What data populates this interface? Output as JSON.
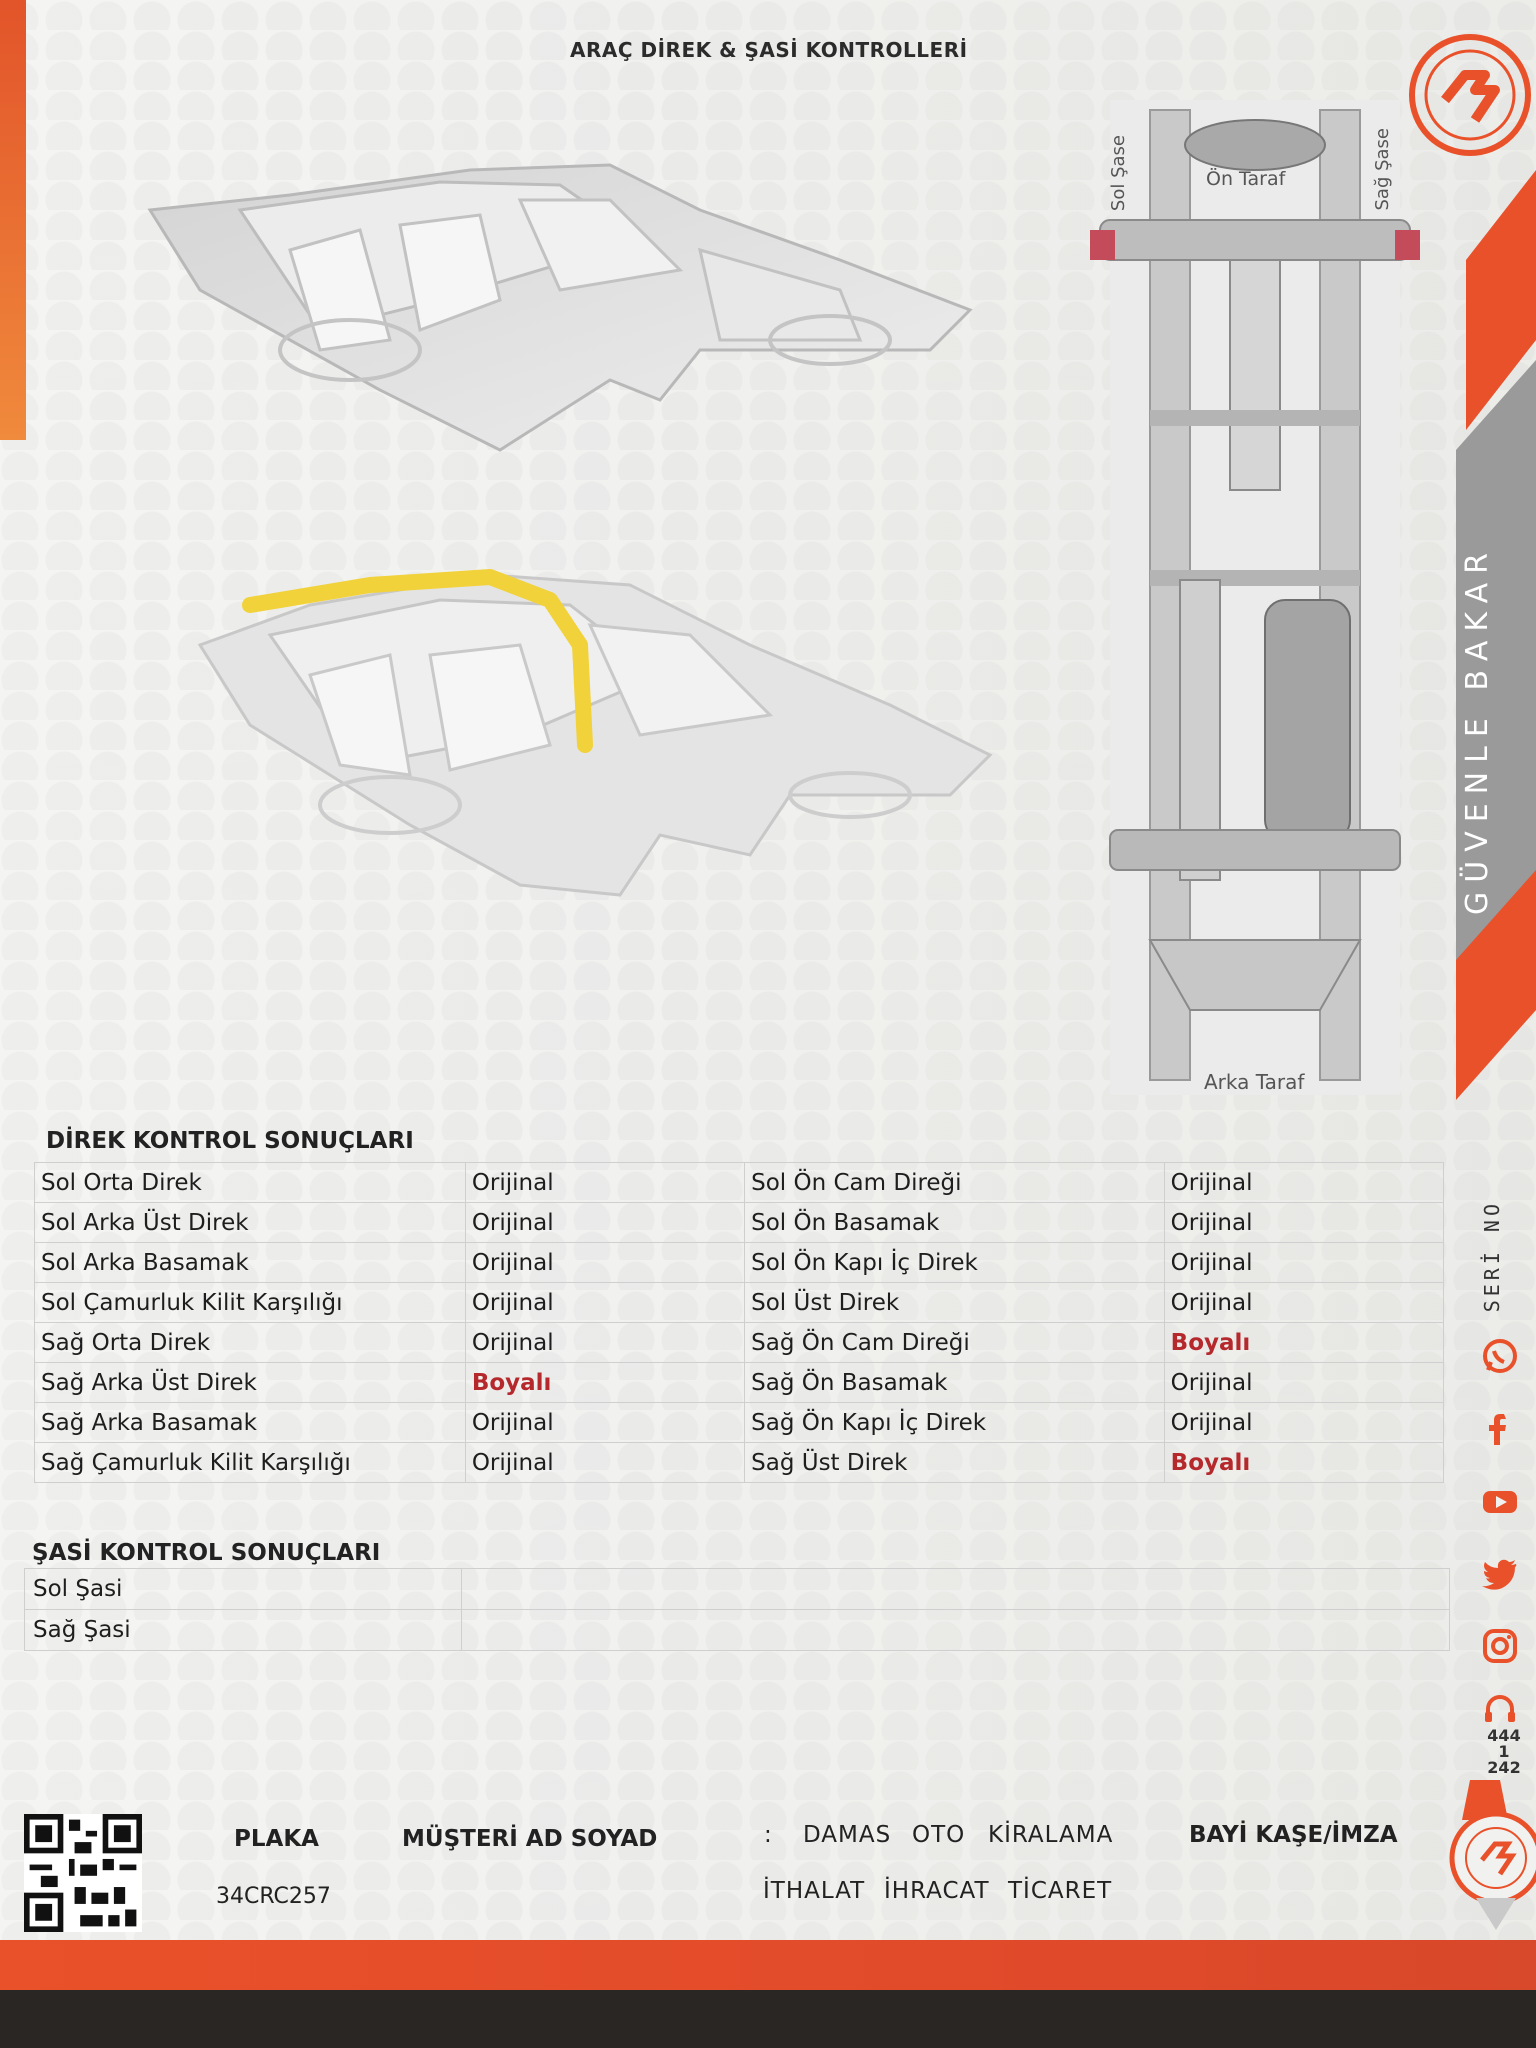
{
  "page": {
    "section_title": "ARAÇ DİREK & ŞASİ KONTROLLERİ"
  },
  "chassis": {
    "left_label": "Sol Şase",
    "right_label": "Sağ Şase",
    "front_label": "Ön Taraf",
    "rear_label": "Arka Taraf"
  },
  "brand": {
    "slogan": "GÜVENLE BAKAR",
    "seri_no_label": "SERİ NO",
    "phone": [
      "444",
      "1",
      "242"
    ],
    "accent_color": "#e9512a",
    "danger_color": "#b5282b",
    "icons": [
      "whatsapp-icon",
      "facebook-icon",
      "youtube-icon",
      "twitter-icon",
      "instagram-icon",
      "headset-icon"
    ]
  },
  "direk": {
    "heading": "DİREK KONTROL SONUÇLARI",
    "rows": [
      {
        "left_label": "Sol Orta Direk",
        "left_value": "Orijinal",
        "right_label": "Sol Ön Cam Direği",
        "right_value": "Orijinal"
      },
      {
        "left_label": "Sol Arka Üst Direk",
        "left_value": "Orijinal",
        "right_label": "Sol Ön Basamak",
        "right_value": "Orijinal"
      },
      {
        "left_label": "Sol Arka Basamak",
        "left_value": "Orijinal",
        "right_label": "Sol Ön Kapı İç Direk",
        "right_value": "Orijinal"
      },
      {
        "left_label": "Sol Çamurluk Kilit Karşılığı",
        "left_value": "Orijinal",
        "right_label": "Sol Üst Direk",
        "right_value": "Orijinal"
      },
      {
        "left_label": "Sağ Orta Direk",
        "left_value": "Orijinal",
        "right_label": "Sağ Ön Cam Direği",
        "right_value": "Boyalı"
      },
      {
        "left_label": "Sağ Arka Üst Direk",
        "left_value": "Boyalı",
        "right_label": "Sağ Ön Basamak",
        "right_value": "Orijinal"
      },
      {
        "left_label": "Sağ Arka Basamak",
        "left_value": "Orijinal",
        "right_label": "Sağ Ön Kapı İç Direk",
        "right_value": "Orijinal"
      },
      {
        "left_label": "Sağ Çamurluk Kilit Karşılığı",
        "left_value": "Orijinal",
        "right_label": "Sağ Üst Direk",
        "right_value": "Boyalı"
      }
    ]
  },
  "sasi": {
    "heading": "ŞASİ KONTROL SONUÇLARI",
    "rows": [
      {
        "label": "Sol Şasi",
        "value": ""
      },
      {
        "label": "Sağ Şasi",
        "value": ""
      }
    ]
  },
  "footer": {
    "plaka_label": "PLAKA",
    "plaka_value": "34CRC257",
    "musteri_label": "MÜŞTERİ AD SOYAD",
    "musteri_colon": ":",
    "musteri_line1": [
      "DAMAS",
      "OTO",
      "KİRALAMA"
    ],
    "musteri_line2": [
      "İTHALAT",
      "İHRACAT",
      "TİCARET"
    ],
    "bayi_label": "BAYİ KAŞE/İMZA"
  }
}
